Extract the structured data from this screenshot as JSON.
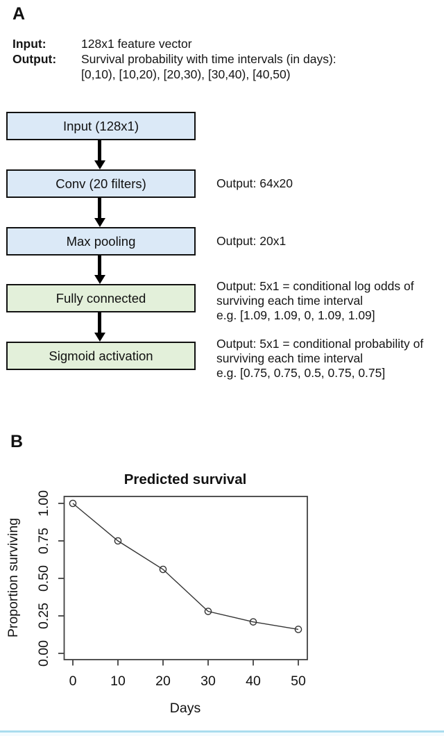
{
  "panelA": {
    "label": "A",
    "io": {
      "input_label": "Input:",
      "input_value": "128x1 feature vector",
      "output_label": "Output:",
      "output_line1": "Survival probability with time intervals (in days):",
      "output_line2": "[0,10), [10,20), [20,30), [30,40), [40,50)"
    },
    "boxes": [
      {
        "label": "Input (128x1)"
      },
      {
        "label": "Conv (20 filters)"
      },
      {
        "label": "Max pooling"
      },
      {
        "label": "Fully connected"
      },
      {
        "label": "Sigmoid activation"
      }
    ],
    "annotations": [
      {
        "lines": [
          "Output: 64x20"
        ]
      },
      {
        "lines": [
          "Output: 20x1"
        ]
      },
      {
        "lines": [
          "Output: 5x1 = conditional log odds of",
          "surviving each time interval",
          "e.g. [1.09, 1.09, 0, 1.09, 1.09]"
        ]
      },
      {
        "lines": [
          "Output: 5x1 = conditional probability of",
          "surviving each time interval",
          "e.g. [0.75, 0.75, 0.5, 0.75, 0.75]"
        ]
      }
    ],
    "colors": {
      "box_blue_fill": "#dbe9f7",
      "box_green_fill": "#e3f0da",
      "box_border": "#111111",
      "arrow": "#000000"
    }
  },
  "panelB": {
    "label": "B"
  },
  "chart_data": {
    "type": "line",
    "title": "Predicted survival",
    "xlabel": "Days",
    "ylabel": "Proportion surviving",
    "x": [
      0,
      10,
      20,
      30,
      40,
      50
    ],
    "values": [
      1.0,
      0.75,
      0.56,
      0.28,
      0.21,
      0.16
    ],
    "xticks": [
      "0",
      "10",
      "20",
      "30",
      "40",
      "50"
    ],
    "xtick_values": [
      0,
      10,
      20,
      30,
      40,
      50
    ],
    "yticks": [
      "0.00",
      "0.25",
      "0.50",
      "0.75",
      "1.00"
    ],
    "ytick_values": [
      0,
      0.25,
      0.5,
      0.75,
      1.0
    ],
    "xlim": [
      -2,
      52
    ],
    "ylim": [
      -0.04,
      1.05
    ],
    "grid": false,
    "legend": null,
    "marker": "open-circle",
    "line_color": "#333333",
    "axis_color": "#404040"
  },
  "footer": {
    "divider_color": "#aadcee"
  }
}
